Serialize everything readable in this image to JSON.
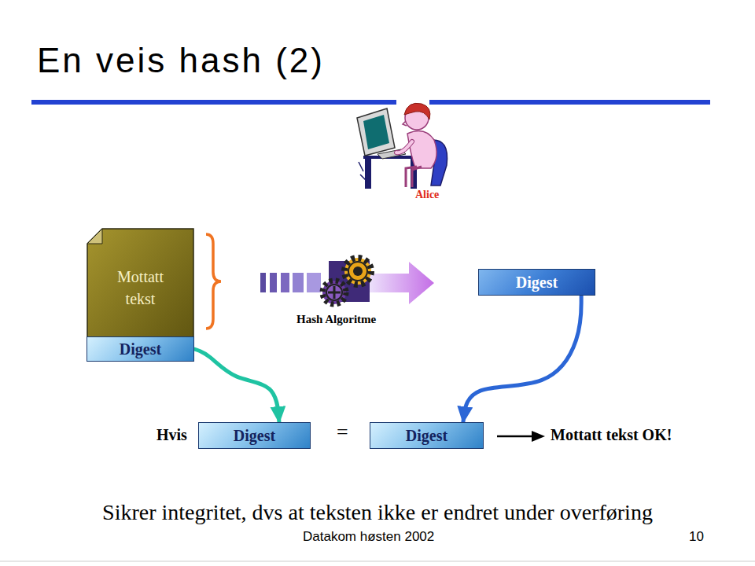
{
  "diagram": {
    "title": "En veis hash (2)",
    "caption": "Sikrer integritet, dvs at teksten ikke er endret under overføring",
    "nodes": [
      {
        "text": [
          "Mottatt tekst"
        ]
      },
      {
        "text": [
          "Digest"
        ],
        "in": 0
      },
      {
        "text": [
          "Digest"
        ]
      },
      {
        "text": [
          "Digest"
        ]
      },
      {
        "text": [
          "Digest"
        ]
      }
    ],
    "edges": [
      {
        "from": 1,
        "to": 3,
        "arrow": "to"
      },
      {
        "from": 2,
        "to": 4,
        "arrow": "to"
      }
    ],
    "labels": [
      "Alice",
      "Hash Algoritme",
      "Hvis",
      "=",
      "Mottatt tekst OK!",
      "Datakom høsten 2002",
      "10"
    ]
  }
}
